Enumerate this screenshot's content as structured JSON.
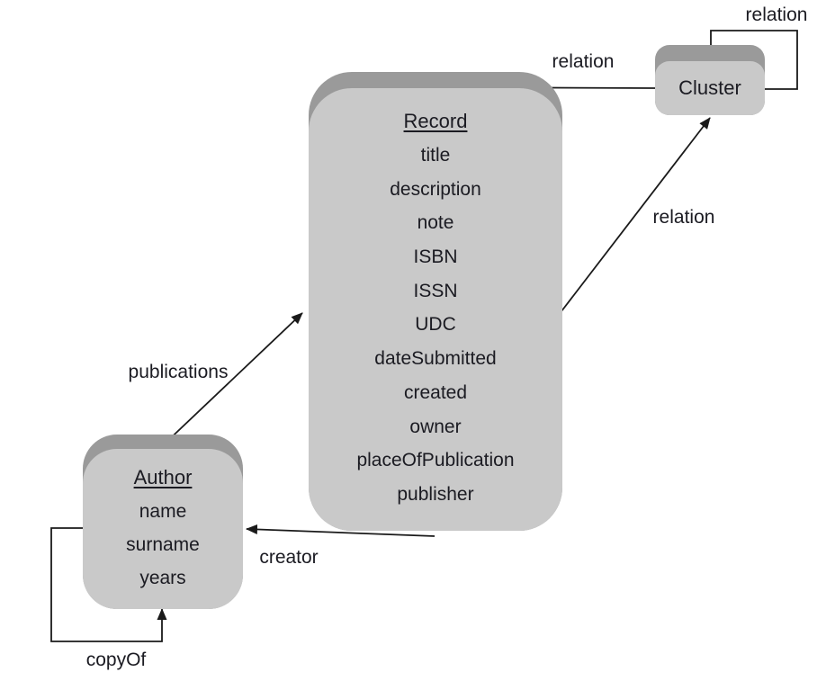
{
  "diagram": {
    "type": "entity-relationship",
    "background": "#ffffff",
    "colors": {
      "box_face": "#c9c9c9",
      "box_bevel": "#9a9a9a",
      "text": "#1b1b22",
      "connector": "#1a1a1a"
    }
  },
  "entities": {
    "record": {
      "title": "Record",
      "attributes": [
        "title",
        "description",
        "note",
        "ISBN",
        "ISSN",
        "UDC",
        "dateSubmitted",
        "created",
        "owner",
        "placeOfPublication",
        "publisher"
      ]
    },
    "author": {
      "title": "Author",
      "attributes": [
        "name",
        "surname",
        "years"
      ]
    },
    "cluster": {
      "title": "Cluster",
      "attributes": []
    }
  },
  "relations": {
    "cluster_self": {
      "label": "relation",
      "from": "Cluster",
      "to": "Cluster"
    },
    "cluster_to_record": {
      "label": "relation",
      "from": "Cluster",
      "to": "Record"
    },
    "record_to_cluster": {
      "label": "relation",
      "from": "Record",
      "to": "Cluster"
    },
    "author_to_record": {
      "label": "publications",
      "from": "Author",
      "to": "Record"
    },
    "record_to_author": {
      "label": "creator",
      "from": "Record",
      "to": "Author"
    },
    "author_self": {
      "label": "copyOf",
      "from": "Author",
      "to": "Author"
    }
  }
}
